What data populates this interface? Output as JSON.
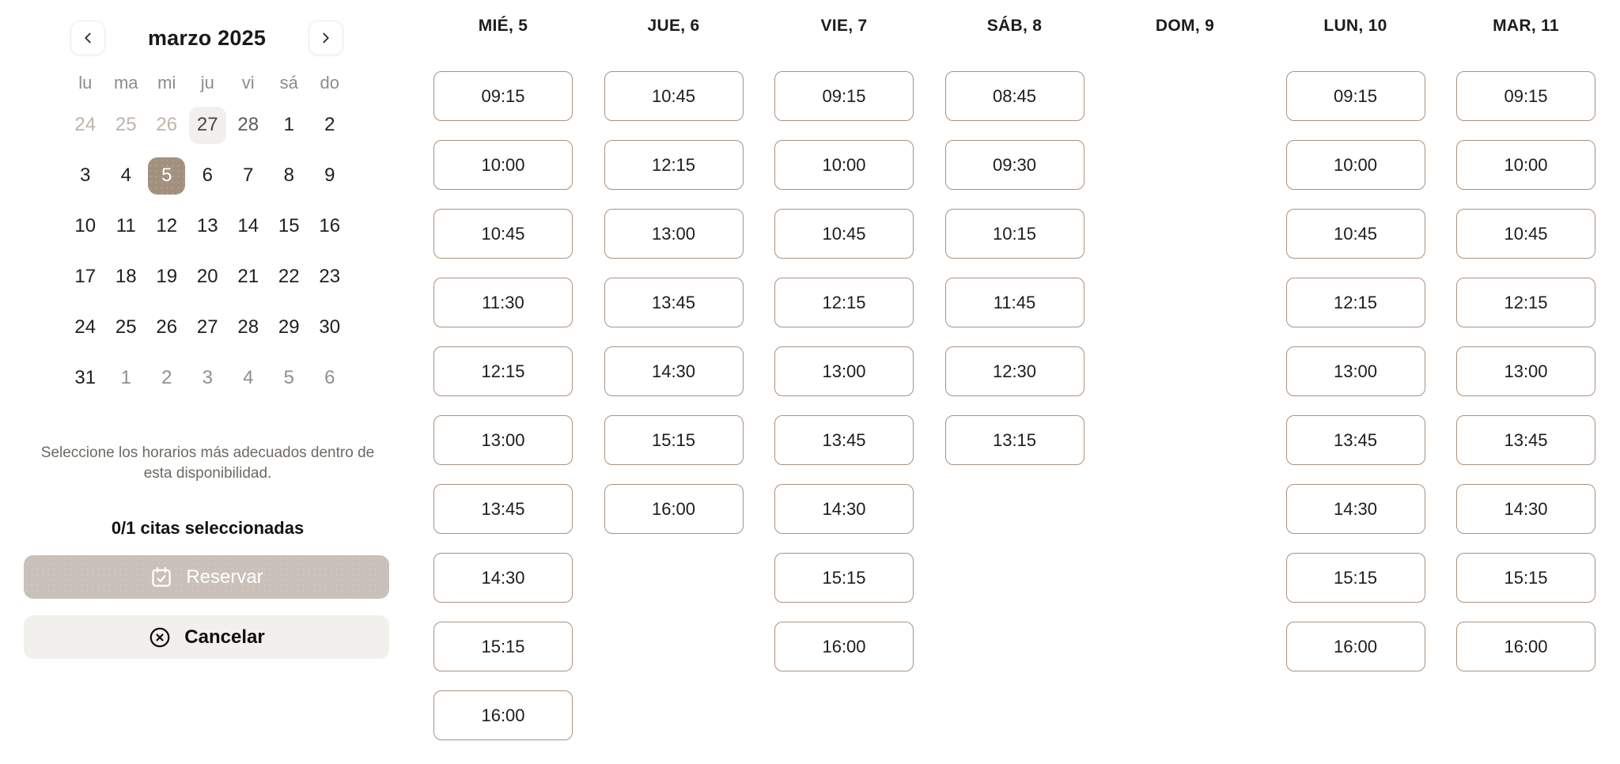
{
  "calendar": {
    "title": "marzo 2025",
    "weekdays": [
      "lu",
      "ma",
      "mi",
      "ju",
      "vi",
      "sá",
      "do"
    ],
    "weeks": [
      [
        {
          "d": "24",
          "state": "muted"
        },
        {
          "d": "25",
          "state": "muted"
        },
        {
          "d": "26",
          "state": "muted"
        },
        {
          "d": "27",
          "state": "today"
        },
        {
          "d": "28",
          "state": "dim"
        },
        {
          "d": "1"
        },
        {
          "d": "2"
        }
      ],
      [
        {
          "d": "3"
        },
        {
          "d": "4"
        },
        {
          "d": "5",
          "state": "selected"
        },
        {
          "d": "6"
        },
        {
          "d": "7"
        },
        {
          "d": "8"
        },
        {
          "d": "9"
        }
      ],
      [
        {
          "d": "10"
        },
        {
          "d": "11"
        },
        {
          "d": "12"
        },
        {
          "d": "13"
        },
        {
          "d": "14"
        },
        {
          "d": "15"
        },
        {
          "d": "16"
        }
      ],
      [
        {
          "d": "17"
        },
        {
          "d": "18"
        },
        {
          "d": "19"
        },
        {
          "d": "20"
        },
        {
          "d": "21"
        },
        {
          "d": "22"
        },
        {
          "d": "23"
        }
      ],
      [
        {
          "d": "24"
        },
        {
          "d": "25"
        },
        {
          "d": "26"
        },
        {
          "d": "27"
        },
        {
          "d": "28"
        },
        {
          "d": "29"
        },
        {
          "d": "30"
        }
      ],
      [
        {
          "d": "31"
        },
        {
          "d": "1",
          "state": "next"
        },
        {
          "d": "2",
          "state": "next"
        },
        {
          "d": "3",
          "state": "next"
        },
        {
          "d": "4",
          "state": "next"
        },
        {
          "d": "5",
          "state": "next"
        },
        {
          "d": "6",
          "state": "next"
        }
      ]
    ],
    "note": "Seleccione los horarios más adecuados dentro de esta disponibilidad.",
    "selection_status": "0/1 citas seleccionadas",
    "reserve_label": "Reservar",
    "cancel_label": "Cancelar"
  },
  "schedule": {
    "days": [
      {
        "key": "mie-5",
        "label": "MIÉ, 5",
        "slots": [
          "09:15",
          "10:00",
          "10:45",
          "11:30",
          "12:15",
          "13:00",
          "13:45",
          "14:30",
          "15:15",
          "16:00"
        ]
      },
      {
        "key": "jue-6",
        "label": "JUE, 6",
        "slots": [
          "10:45",
          "12:15",
          "13:00",
          "13:45",
          "14:30",
          "15:15",
          "16:00"
        ]
      },
      {
        "key": "vie-7",
        "label": "VIE, 7",
        "slots": [
          "09:15",
          "10:00",
          "10:45",
          "12:15",
          "13:00",
          "13:45",
          "14:30",
          "15:15",
          "16:00"
        ]
      },
      {
        "key": "sab-8",
        "label": "SÁB, 8",
        "slots": [
          "08:45",
          "09:30",
          "10:15",
          "11:45",
          "12:30",
          "13:15"
        ]
      },
      {
        "key": "dom-9",
        "label": "DOM, 9",
        "slots": []
      },
      {
        "key": "lun-10",
        "label": "LUN, 10",
        "slots": [
          "09:15",
          "10:00",
          "10:45",
          "12:15",
          "13:00",
          "13:45",
          "14:30",
          "15:15",
          "16:00"
        ]
      },
      {
        "key": "mar-11",
        "label": "MAR, 11",
        "slots": [
          "09:15",
          "10:00",
          "10:45",
          "12:15",
          "13:00",
          "13:45",
          "14:30",
          "15:15",
          "16:00"
        ]
      }
    ]
  },
  "colors": {
    "selected_day_bg": "#a28f7e",
    "today_bg": "#f1f0ee",
    "slot_border": "#aa9281",
    "reserve_bg": "#c9c1b9",
    "cancel_bg": "#f2f0ec",
    "muted_day": "#bdb4ab",
    "weekday_label": "#8c8c8c",
    "note_text": "#6e6963"
  }
}
